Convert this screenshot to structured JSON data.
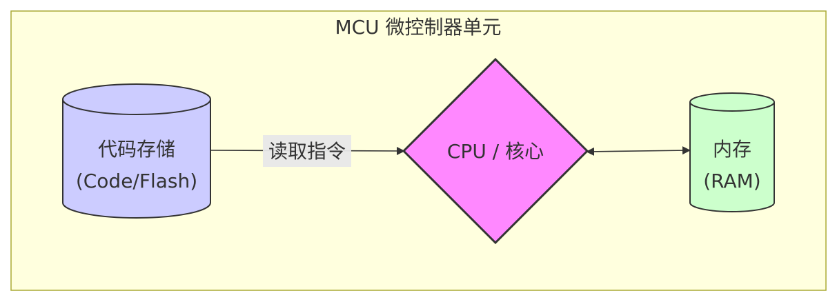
{
  "diagram": {
    "group": {
      "title": "MCU 微控制器单元",
      "fill_color": "#ffffde",
      "stroke_color": "#aaaa33"
    },
    "nodes": {
      "flash": {
        "line1": "代码存储",
        "line2": "(Code/Flash)",
        "shape": "cylinder",
        "fill_color": "#ccccff"
      },
      "cpu": {
        "label": "CPU / 核心",
        "shape": "diamond",
        "fill_color": "#ff88ff"
      },
      "ram": {
        "line1": "内存",
        "line2": "(RAM)",
        "shape": "cylinder",
        "fill_color": "#ccffcc"
      }
    },
    "edges": {
      "flash_to_cpu": {
        "label": "读取指令",
        "direction": "one-way"
      },
      "cpu_ram": {
        "label": "",
        "direction": "bidirectional"
      }
    }
  }
}
